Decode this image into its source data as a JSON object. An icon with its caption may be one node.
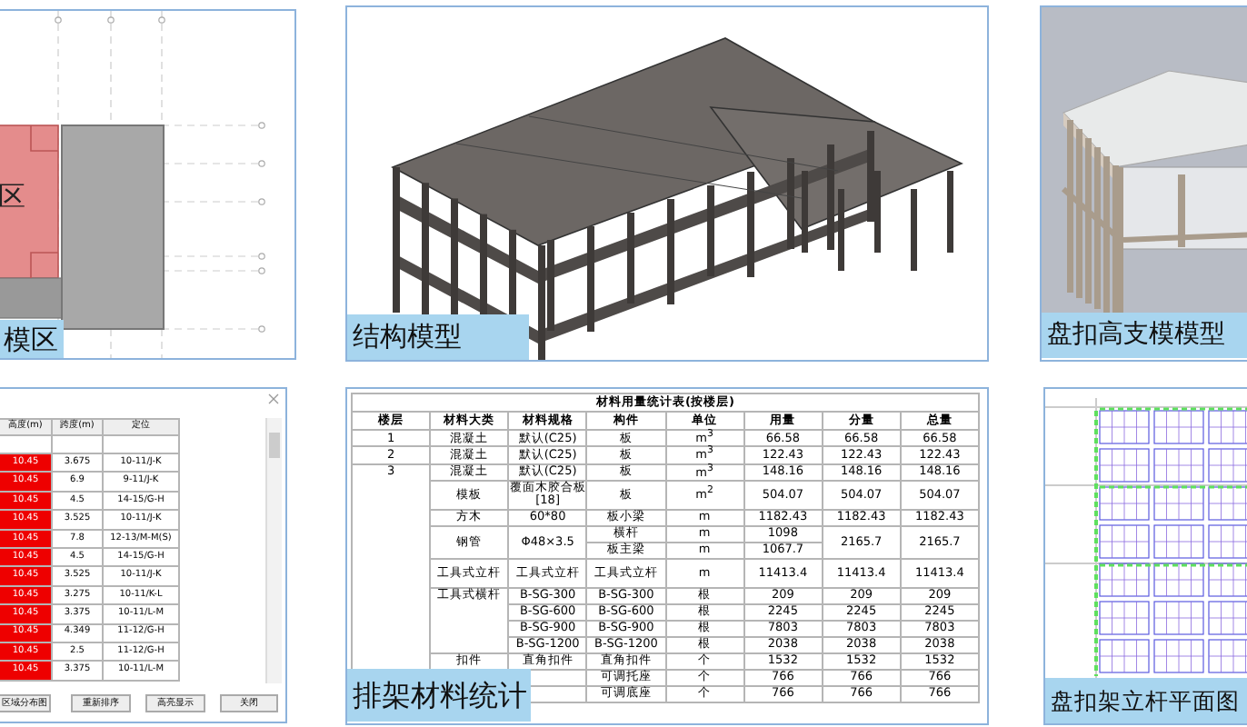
{
  "diagram": {
    "nodes": [
      {
        "text": [
          "模区"
        ]
      },
      {
        "text": [
          "结构模型"
        ]
      },
      {
        "text": [
          "盘扣高支模模型"
        ]
      },
      {
        "text": [],
        "shape": "box"
      },
      {
        "text": [
          "排架材料统计"
        ]
      },
      {
        "text": [
          "盘扣架立杆平面图"
        ]
      }
    ],
    "labels": [
      "区",
      "高度(m)",
      "跨度(m)",
      "定位",
      "10.45",
      "3.675",
      "10-11/J-K",
      "10.45",
      "6.9",
      "9-11/J-K",
      "10.45",
      "4.5",
      "14-15/G-H",
      "10.45",
      "3.525",
      "10-11/J-K",
      "10.45",
      "7.8",
      "12-13/M-M(S)",
      "10.45",
      "4.5",
      "14-15/G-H",
      "10.45",
      "3.525",
      "10-11/J-K",
      "10.45",
      "3.275",
      "10-11/K-L",
      "10.45",
      "3.375",
      "10-11/L-M",
      "10.45",
      "4.349",
      "11-12/G-H",
      "10.45",
      "2.5",
      "11-12/G-H",
      "10.45",
      "3.375",
      "10-11/L-M",
      "区域分布图",
      "重新排序",
      "高亮显示",
      "关闭",
      "材料用量统计表(按楼层)",
      "楼层",
      "材料大类",
      "材料规格",
      "构件",
      "单位",
      "用量",
      "分量",
      "总量",
      "1",
      "混凝土",
      "默认(C25)",
      "板",
      "m$^{3}$",
      "66.58",
      "66.58",
      "66.58",
      "2",
      "混凝土",
      "默认(C25)",
      "板",
      "m$^{3}$",
      "122.43",
      "122.43",
      "122.43",
      "3",
      "混凝土",
      "默认(C25)",
      "板",
      "m$^{3}$",
      "148.16",
      "148.16",
      "148.16",
      "模板",
      "覆面木胶合板[18]",
      "板",
      "m$^{2}$",
      "504.07",
      "504.07",
      "504.07",
      "方木",
      "60*80",
      "板小梁",
      "m",
      "1182.43",
      "1182.43",
      "1182.43",
      "钢管",
      "Φ48×3.5",
      "横杆",
      "m",
      "1098",
      "2165.7",
      "2165.7",
      "板主梁",
      "m",
      "1067.7",
      "工具式立杆",
      "工具式立杆",
      "工具式立杆",
      "m",
      "11413.4",
      "11413.4",
      "11413.4",
      "工具式横杆",
      "B-SG-300",
      "B-SG-300",
      "根",
      "209",
      "209",
      "209",
      "B-SG-600",
      "B-SG-600",
      "根",
      "2245",
      "2245",
      "2245",
      "B-SG-900",
      "B-SG-900",
      "根",
      "7803",
      "7803",
      "7803",
      "B-SG-1200",
      "B-SG-1200",
      "根",
      "2038",
      "2038",
      "2038",
      "扣件",
      "直角扣件",
      "直角扣件",
      "个",
      "1532",
      "1532",
      "1532",
      "可调托座",
      "个",
      "766",
      "766",
      "766",
      "可调底座",
      "个",
      "766",
      "766",
      "766"
    ]
  }
}
